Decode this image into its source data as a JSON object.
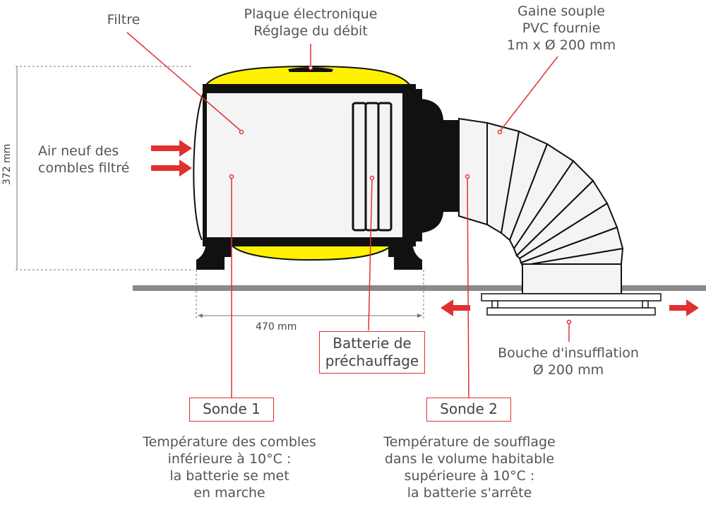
{
  "labels": {
    "filtre": "Filtre",
    "plaque_line1": "Plaque électronique",
    "plaque_line2": "Réglage du débit",
    "gaine_line1": "Gaine souple",
    "gaine_line2": "PVC fournie",
    "gaine_line3": "1m x Ø 200 mm",
    "air_line1": "Air neuf des",
    "air_line2": "combles filtré",
    "bouche_line1": "Bouche d'insufflation",
    "bouche_line2": "Ø 200 mm"
  },
  "dimensions": {
    "height": "372 mm",
    "width": "470 mm"
  },
  "boxes": {
    "batterie_line1": "Batterie de",
    "batterie_line2": "préchauffage",
    "sonde1": "Sonde 1",
    "sonde2": "Sonde 2"
  },
  "descriptions": {
    "sonde1": [
      "Température des combles",
      "inférieure à 10°C :",
      "la batterie se met",
      "en marche"
    ],
    "sonde2": [
      "Température de soufflage",
      "dans le volume habitable",
      "supérieure à 10°C :",
      "la batterie s'arrête"
    ]
  },
  "colors": {
    "accent_red": "#e03030",
    "yellow": "#fff200",
    "body_black": "#111111",
    "floor_gray": "#8a8a8a",
    "panel_gray": "#f4f4f4"
  }
}
